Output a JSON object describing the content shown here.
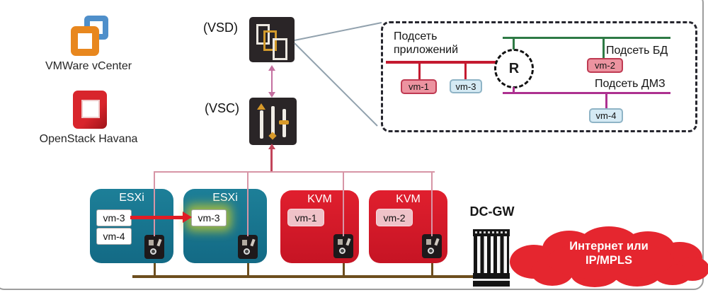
{
  "left_column": {
    "vmware_label": "VMWare vCenter",
    "openstack_label": "OpenStack Havana"
  },
  "controllers": {
    "vsd_label": "(VSD)",
    "vsc_label": "(VSC)"
  },
  "service_view": {
    "app_subnet_line1": "Подсеть",
    "app_subnet_line2": "приложений",
    "db_subnet_label": "Подсеть БД",
    "dmz_subnet_label": "Подсеть ДМЗ",
    "router_label": "R",
    "vm1": "vm-1",
    "vm2": "vm-2",
    "vm3": "vm-3",
    "vm4": "vm-4"
  },
  "hosts": {
    "esxi1": {
      "label": "ESXi",
      "vms": [
        "vm-3",
        "vm-4"
      ]
    },
    "esxi2": {
      "label": "ESXi",
      "vm": "vm-3"
    },
    "kvm1": {
      "label": "KVM",
      "vm": "vm-1"
    },
    "kvm2": {
      "label": "KVM",
      "vm": "vm-2"
    }
  },
  "gateway": {
    "label": "DC-GW"
  },
  "cloud": {
    "line1": "Интернет или",
    "line2": "IP/MPLS"
  },
  "colors": {
    "esxi_host": "#17748e",
    "kvm_host": "#d91c2c",
    "app_subnet": "#c41a30",
    "db_subnet": "#2e7a45",
    "dmz_subnet": "#ad3190",
    "underlay_bus": "#6d4e1e",
    "control_link": "#d795a6",
    "cloud_fill": "#e5262f",
    "vm_pink": "#ec93a0",
    "vm_blue": "#d5eaf4"
  }
}
